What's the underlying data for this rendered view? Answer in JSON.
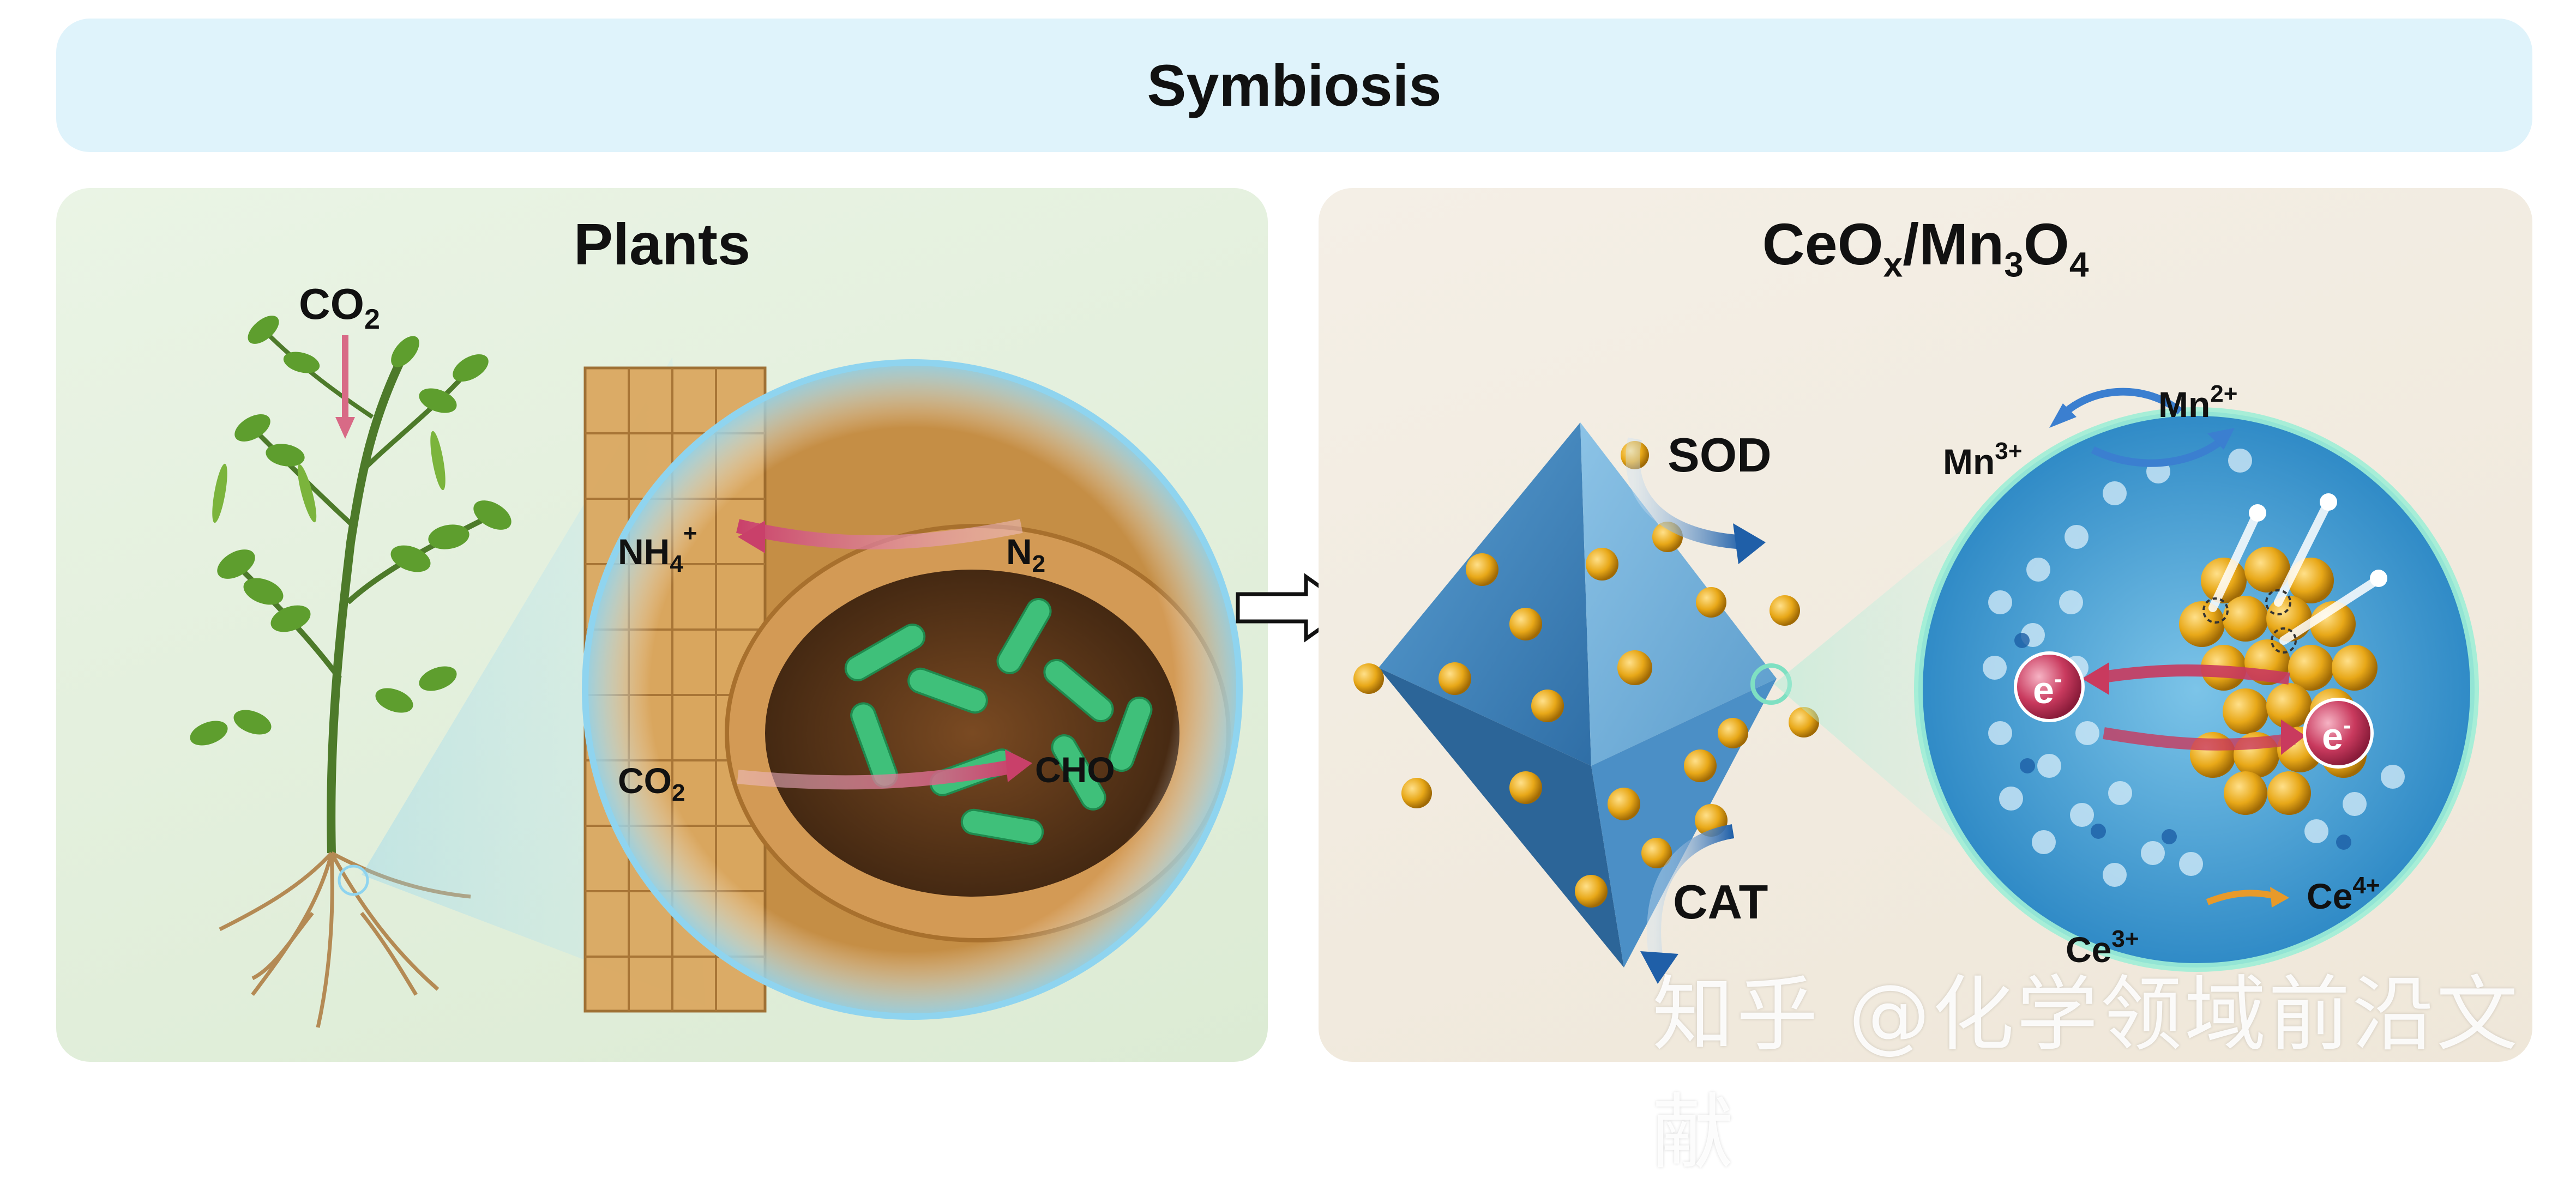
{
  "banner": {
    "title": "Symbiosis"
  },
  "plants_panel": {
    "title": "Plants",
    "labels": {
      "co2_leaf": "CO",
      "co2_leaf_sub": "2",
      "nh4": "NH",
      "nh4_sub": "4",
      "nh4_sup": "+",
      "n2": "N",
      "n2_sub": "2",
      "co2_inner": "CO",
      "co2_inner_sub": "2",
      "cho": "CHO"
    }
  },
  "nanozyme_panel": {
    "title_main": "CeO",
    "title_sub_x": "x",
    "title_mid": "/Mn",
    "title_sub_3": "3",
    "title_o": "O",
    "title_sub_4": "4",
    "labels": {
      "sod": "SOD",
      "cat": "CAT",
      "mn3": "Mn",
      "mn3_sup": "3+",
      "mn2": "Mn",
      "mn2_sup": "2+",
      "ce4": "Ce",
      "ce4_sup": "4+",
      "ce3": "Ce",
      "ce3_sup": "3+",
      "electron": "e",
      "electron_sup": "-"
    }
  },
  "watermark": "知乎 @化学领域前沿文献",
  "colors": {
    "banner_bg": "#dff3fb",
    "plants_bg": "#e3f0dc",
    "nanozyme_bg": "#f2ece1",
    "arrow_pink": "#d45a78",
    "arrow_blue": "#1f5fa8",
    "octahedron": "#3f86c0",
    "nanoparticle": "#e8a818"
  }
}
